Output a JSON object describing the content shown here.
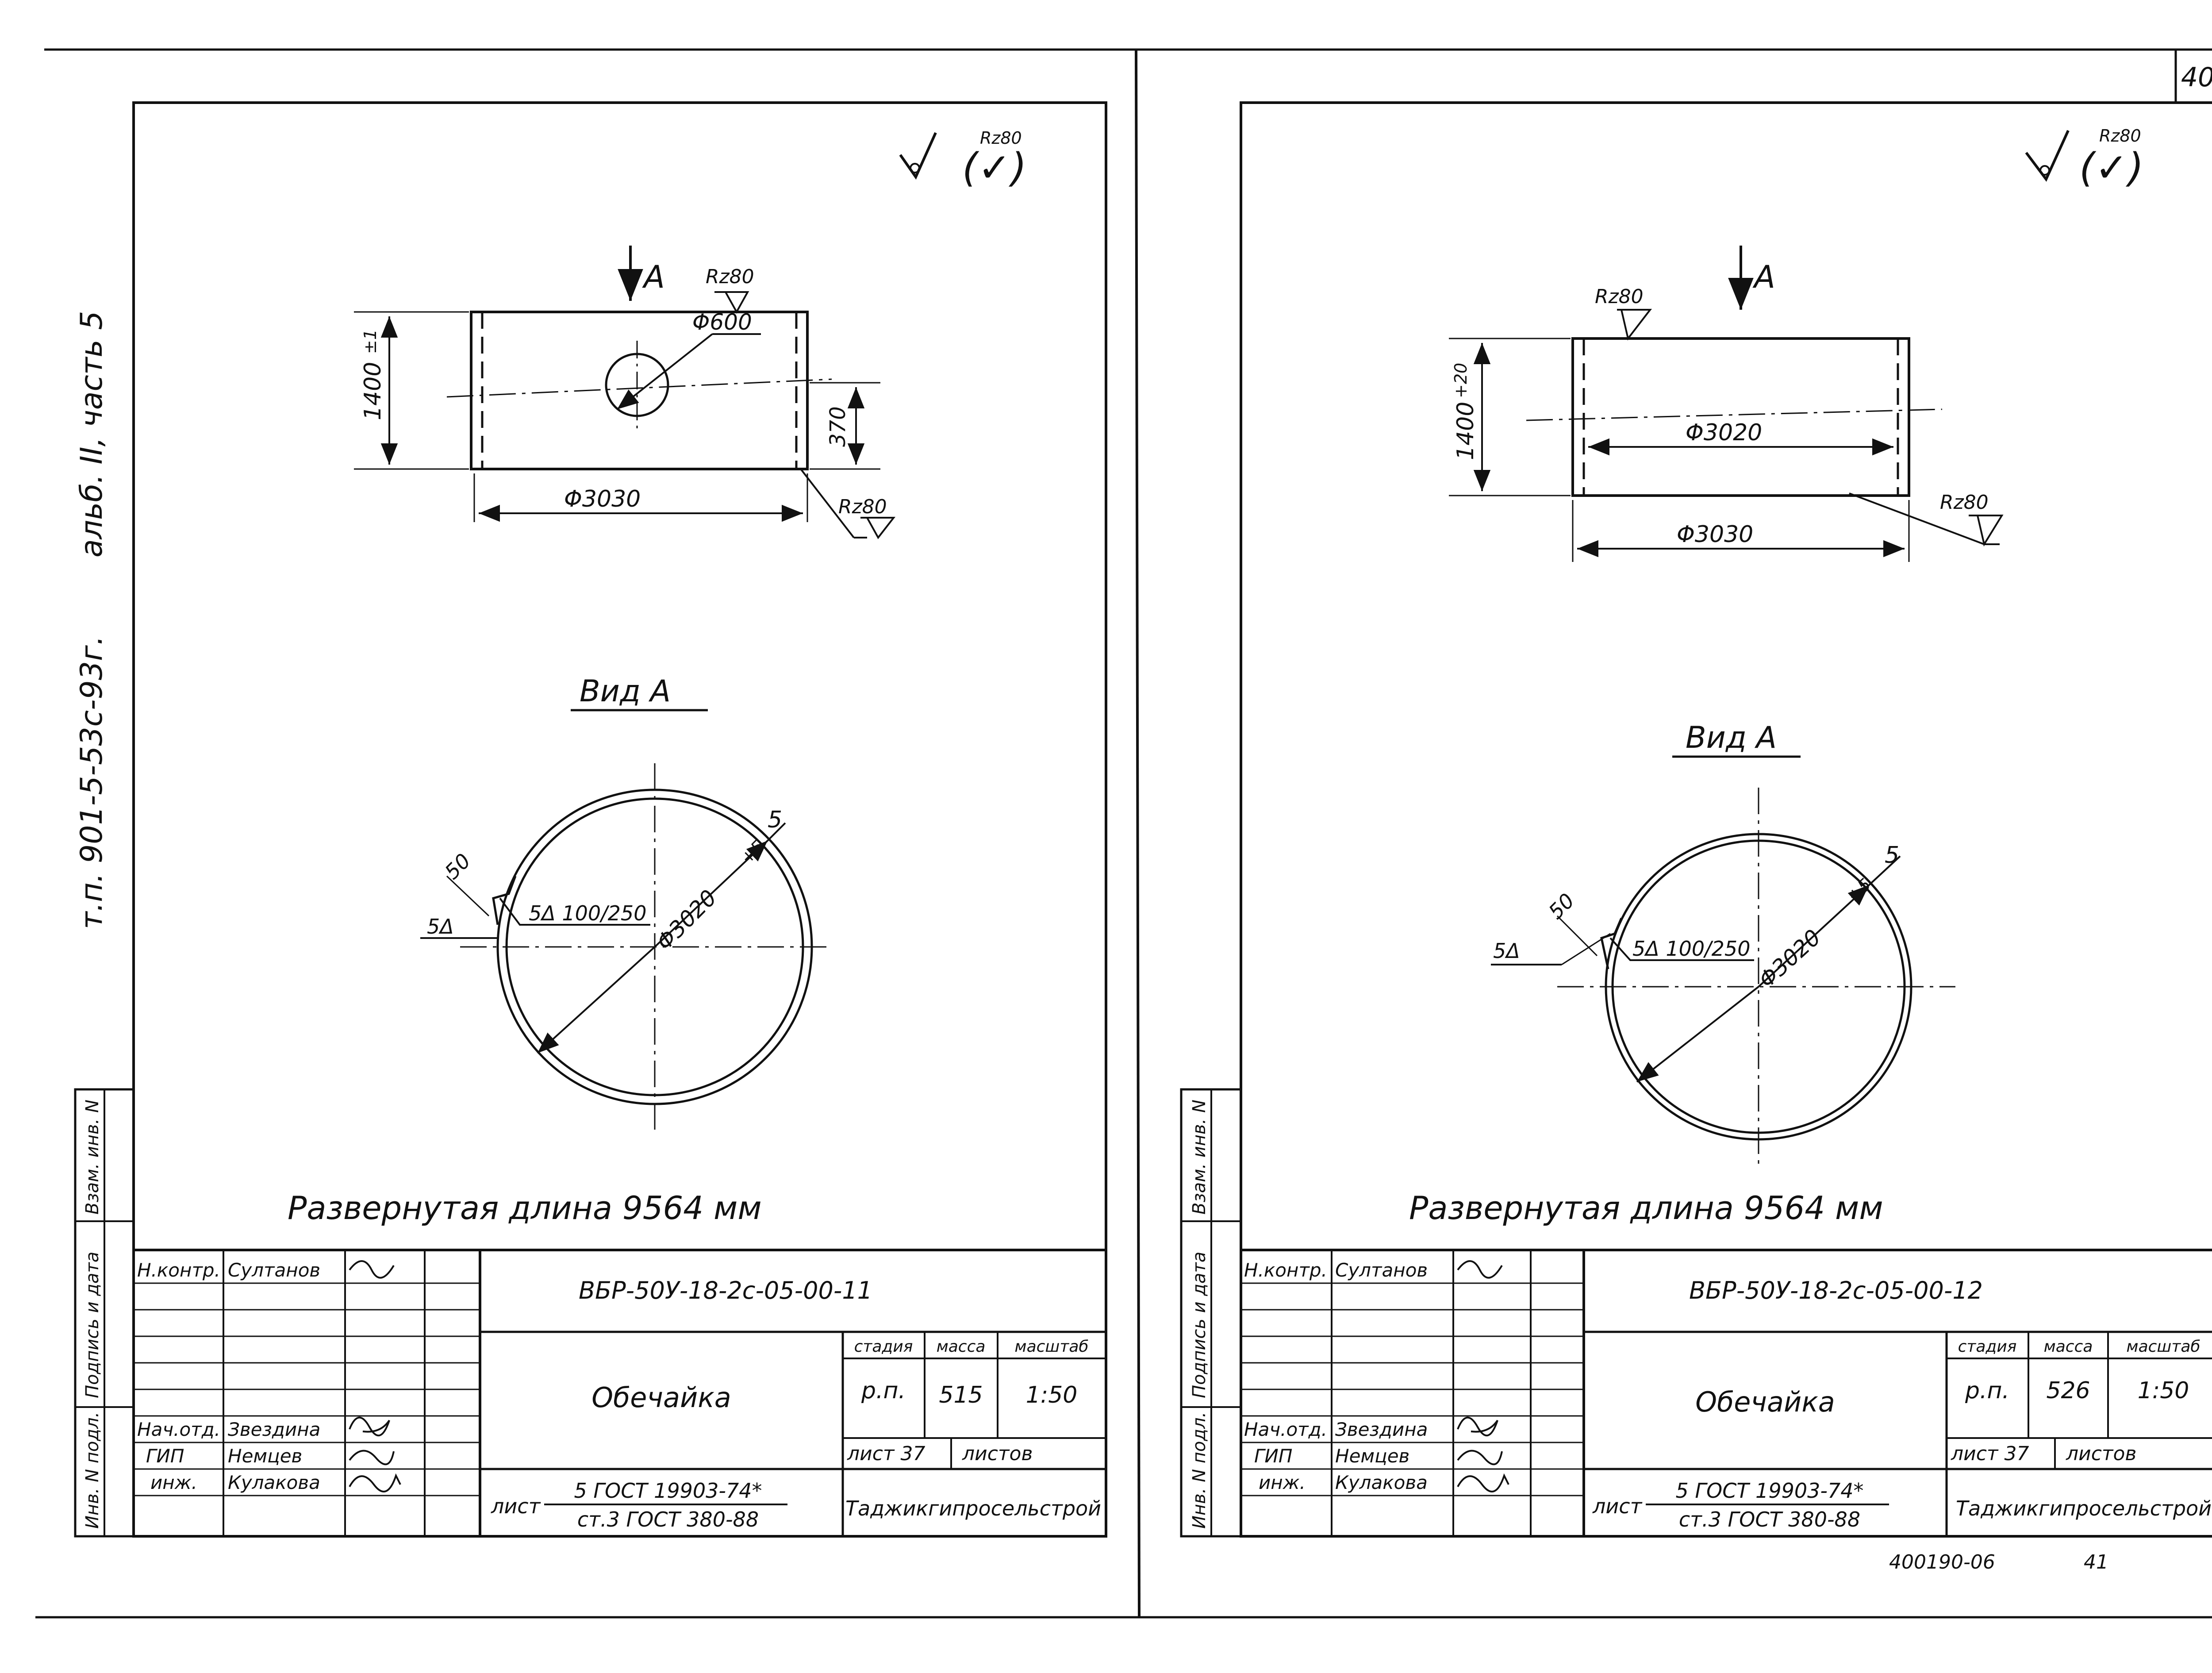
{
  "page_number": "40",
  "side_label": {
    "series": "т.п. 901-5-53с-93г.",
    "album": "альб. II, часть 5"
  },
  "stamp_side": {
    "zam": "Взам. инв. N",
    "podpis": "Подпись и дата",
    "inv": "Инв. N подл."
  },
  "roughness": {
    "main": "Rz80",
    "general_note": "(✓)"
  },
  "sheets": [
    {
      "view_arrow": "A",
      "dims": {
        "height": "1400",
        "height_tol": "±1",
        "hole": "Φ600",
        "hole_offset": "370",
        "outer": "Φ3030",
        "rough_top": "Rz80",
        "rough_bottom": "Rz80"
      },
      "view_title": "Вид А",
      "view": {
        "gap": "50",
        "weld_left": "5Δ",
        "weld_main": "5Δ 100/250",
        "inner": "Φ3020",
        "inner_tol": "+5",
        "thickness": "5"
      },
      "unfolded": "Развернутая длина 9564 мм",
      "title_block": {
        "code": "ВБР-50У-18-2с-05-00-11",
        "name": "Обечайка",
        "stage_h": "стадия",
        "mass_h": "масса",
        "scale_h": "масштаб",
        "stage": "р.п.",
        "mass": "515",
        "scale": "1:50",
        "sheet_label": "лист 37",
        "sheets_label": "листов",
        "material_prefix": "лист",
        "material_top": "5 ГОСТ 19903-74*",
        "material_bottom": "ст.3 ГОСТ 380-88",
        "org": "Таджикгипросельстрой",
        "people": [
          {
            "role": "Н.контр.",
            "name": "Султанов"
          },
          {
            "role": "Нач.отд.",
            "name": "Звездина"
          },
          {
            "role": "ГИП",
            "name": "Немцев"
          },
          {
            "role": "инж.",
            "name": "Кулакова"
          }
        ]
      }
    },
    {
      "view_arrow": "A",
      "dims": {
        "height": "1400",
        "height_tol": "+20",
        "inner": "Φ3020",
        "outer": "Φ3030",
        "rough_top": "Rz80",
        "rough_bottom": "Rz80"
      },
      "view_title": "Вид А",
      "view": {
        "gap": "50",
        "weld_left": "5Δ",
        "weld_main": "5Δ 100/250",
        "inner": "Φ3020",
        "inner_tol": "+5",
        "thickness": "5"
      },
      "unfolded": "Развернутая длина 9564 мм",
      "title_block": {
        "code": "ВБР-50У-18-2с-05-00-12",
        "name": "Обечайка",
        "stage_h": "стадия",
        "mass_h": "масса",
        "scale_h": "масштаб",
        "stage": "р.п.",
        "mass": "526",
        "scale": "1:50",
        "sheet_label": "лист 37",
        "sheets_label": "листов",
        "material_prefix": "лист",
        "material_top": "5 ГОСТ 19903-74*",
        "material_bottom": "ст.3 ГОСТ 380-88",
        "org": "Таджикгипросельстрой",
        "people": [
          {
            "role": "Н.контр.",
            "name": "Султанов"
          },
          {
            "role": "Нач.отд.",
            "name": "Звездина"
          },
          {
            "role": "ГИП",
            "name": "Немцев"
          },
          {
            "role": "инж.",
            "name": "Кулакова"
          }
        ]
      },
      "archive_no": "400190-06",
      "archive_sheet": "41"
    }
  ]
}
